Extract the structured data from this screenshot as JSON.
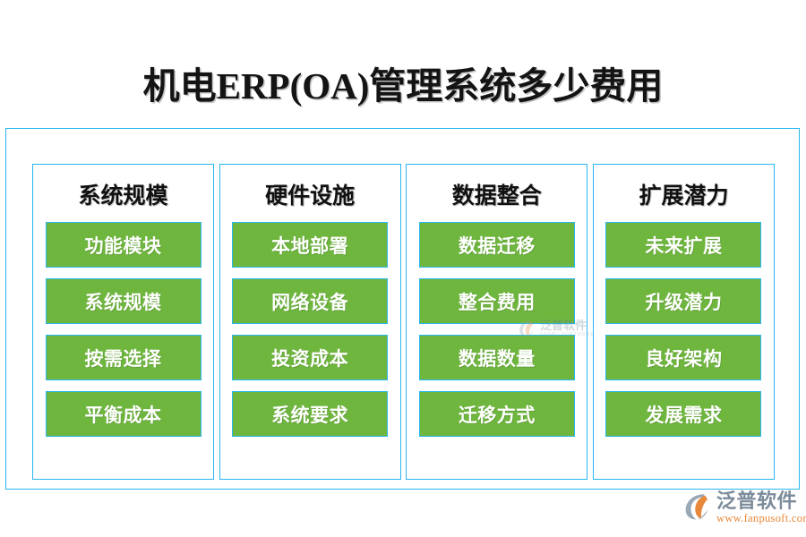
{
  "title": "机电ERP(OA)管理系统多少费用",
  "colors": {
    "frame_border": "#29b6f0",
    "item_fill": "#6fb63f",
    "item_border": "#2ab8ee",
    "item_text": "#ffffff",
    "title_text": "#141414",
    "brand_cn": "#7b8b9a",
    "brand_url": "#e8883a",
    "background": "#ffffff"
  },
  "columns": [
    {
      "title": "系统规模",
      "items": [
        "功能模块",
        "系统规模",
        "按需选择",
        "平衡成本"
      ]
    },
    {
      "title": "硬件设施",
      "items": [
        "本地部署",
        "网络设备",
        "投资成本",
        "系统要求"
      ]
    },
    {
      "title": "数据整合",
      "items": [
        "数据迁移",
        "整合费用",
        "数据数量",
        "迁移方式"
      ]
    },
    {
      "title": "扩展潜力",
      "items": [
        "未来扩展",
        "升级潜力",
        "良好架构",
        "发展需求"
      ]
    }
  ],
  "watermark": {
    "cn": "泛普软件",
    "en": "FANPU SOFTWARE"
  },
  "brand": {
    "cn": "泛普软件",
    "url": "www.fanpusoft.com"
  }
}
